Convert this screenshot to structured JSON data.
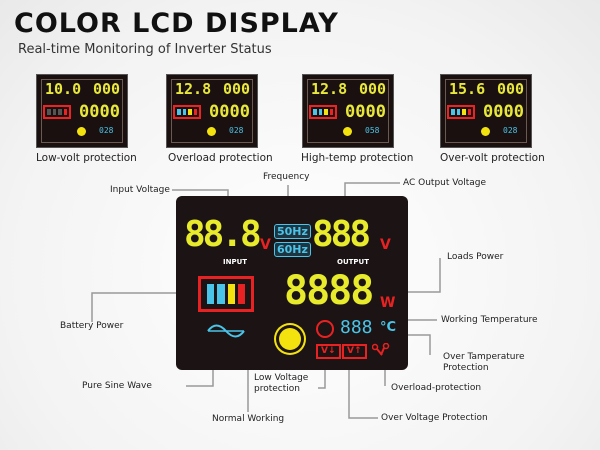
{
  "header": {
    "title": "COLOR LCD DISPLAY",
    "subtitle": "Real-time Monitoring of Inverter Status"
  },
  "examples": [
    {
      "label": "Low-volt protection",
      "input": "10.0",
      "output": "000",
      "power": "0000",
      "temp": "028",
      "battery": [
        "#555",
        "#555",
        "#555",
        "#e22"
      ]
    },
    {
      "label": "Overload protection",
      "input": "12.8",
      "output": "000",
      "power": "0000",
      "temp": "028",
      "battery": [
        "#4ac4e8",
        "#4ac4e8",
        "#f4e20e",
        "#e22"
      ]
    },
    {
      "label": "High-temp protection",
      "input": "12.8",
      "output": "000",
      "power": "0000",
      "temp": "058",
      "battery": [
        "#4ac4e8",
        "#4ac4e8",
        "#f4e20e",
        "#e22"
      ]
    },
    {
      "label": "Over-volt protection",
      "input": "15.6",
      "output": "000",
      "power": "0000",
      "temp": "028",
      "battery": [
        "#4ac4e8",
        "#4ac4e8",
        "#f4e20e",
        "#e22"
      ]
    }
  ],
  "display": {
    "input_digits": "88.8",
    "output_digits": "888",
    "power_digits": "8888",
    "temp_digits": "888",
    "volt_unit": "V",
    "watt_unit": "W",
    "temp_unit": "°C",
    "hz50": "50Hz",
    "hz60": "60Hz",
    "input_label": "INPUT",
    "output_label": "OUTPUT",
    "low_v": "V↓",
    "over_v": "V↑"
  },
  "callouts": {
    "input_voltage": "Input Voltage",
    "frequency": "Frequency",
    "ac_output": "AC Output Voltage",
    "loads_power": "Loads Power",
    "battery_power": "Battery Power",
    "working_temp": "Working Temperature",
    "over_temp_1": "Over Tamperature",
    "over_temp_2": "Protection",
    "pure_sine": "Pure Sine Wave",
    "low_voltage_1": "Low Voltage",
    "low_voltage_2": "protection",
    "overload": "Overload-protection",
    "normal": "Normal Working",
    "over_voltage": "Over Voltage Protection"
  },
  "colors": {
    "segment": "#e8ea2c",
    "red": "#e82222",
    "cyan": "#4ac4e8"
  }
}
